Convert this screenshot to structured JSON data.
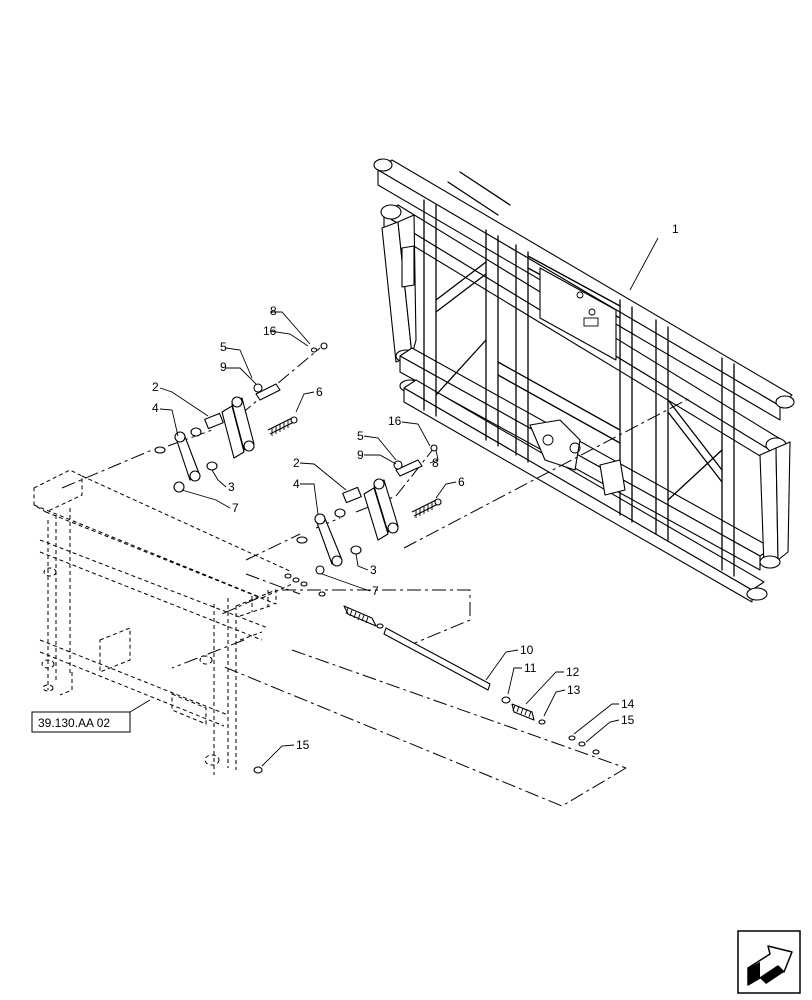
{
  "callouts": {
    "c1": "1",
    "c2a": "2",
    "c2b": "2",
    "c3a": "3",
    "c3b": "3",
    "c4a": "4",
    "c4b": "4",
    "c5a": "5",
    "c5b": "5",
    "c6a": "6",
    "c6b": "6",
    "c7a": "7",
    "c7b": "7",
    "c8a": "8",
    "c8b": "8",
    "c9a": "9",
    "c9b": "9",
    "c10": "10",
    "c11": "11",
    "c12": "12",
    "c13": "13",
    "c14": "14",
    "c15a": "15",
    "c15b": "15",
    "c16a": "16",
    "c16b": "16"
  },
  "reference": {
    "label": "39.130.AA 02"
  },
  "nav": {
    "icon": "next-page-arrow-icon"
  }
}
